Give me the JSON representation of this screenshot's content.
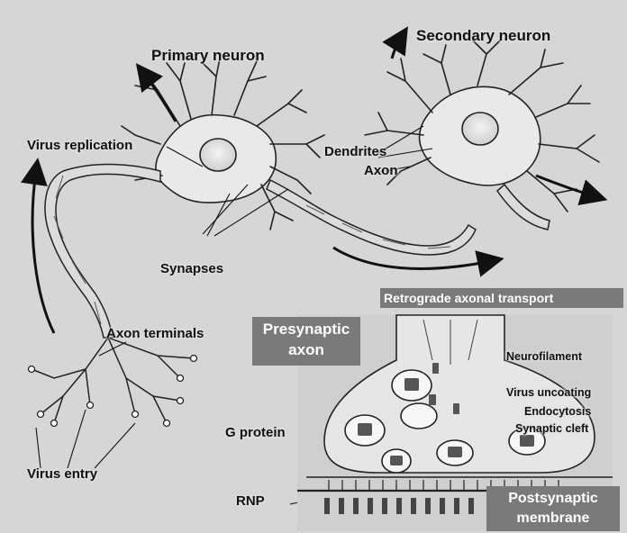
{
  "labels": {
    "primary_neuron": "Primary neuron",
    "secondary_neuron": "Secondary neuron",
    "virus_replication": "Virus replication",
    "dendrites": "Dendrites",
    "axon": "Axon",
    "synapses": "Synapses",
    "retrograde_transport": "Retrograde axonal transport",
    "axon_terminals": "Axon terminals",
    "presynaptic_axon_line1": "Presynaptic",
    "presynaptic_axon_line2": "axon",
    "neurofilament": "Neurofilament",
    "virus_uncoating": "Virus uncoating",
    "endocytosis": "Endocytosis",
    "synaptic_cleft": "Synaptic cleft",
    "virus_entry": "Virus entry",
    "g_protein": "G protein",
    "rnp": "RNP",
    "postsynaptic_line1": "Postsynaptic",
    "postsynaptic_line2": "membrane"
  },
  "colors": {
    "background": "#d6d6d6",
    "ink": "#111111",
    "label_box": "#7a7a7a",
    "cell_fill": "#e9e9e9"
  }
}
